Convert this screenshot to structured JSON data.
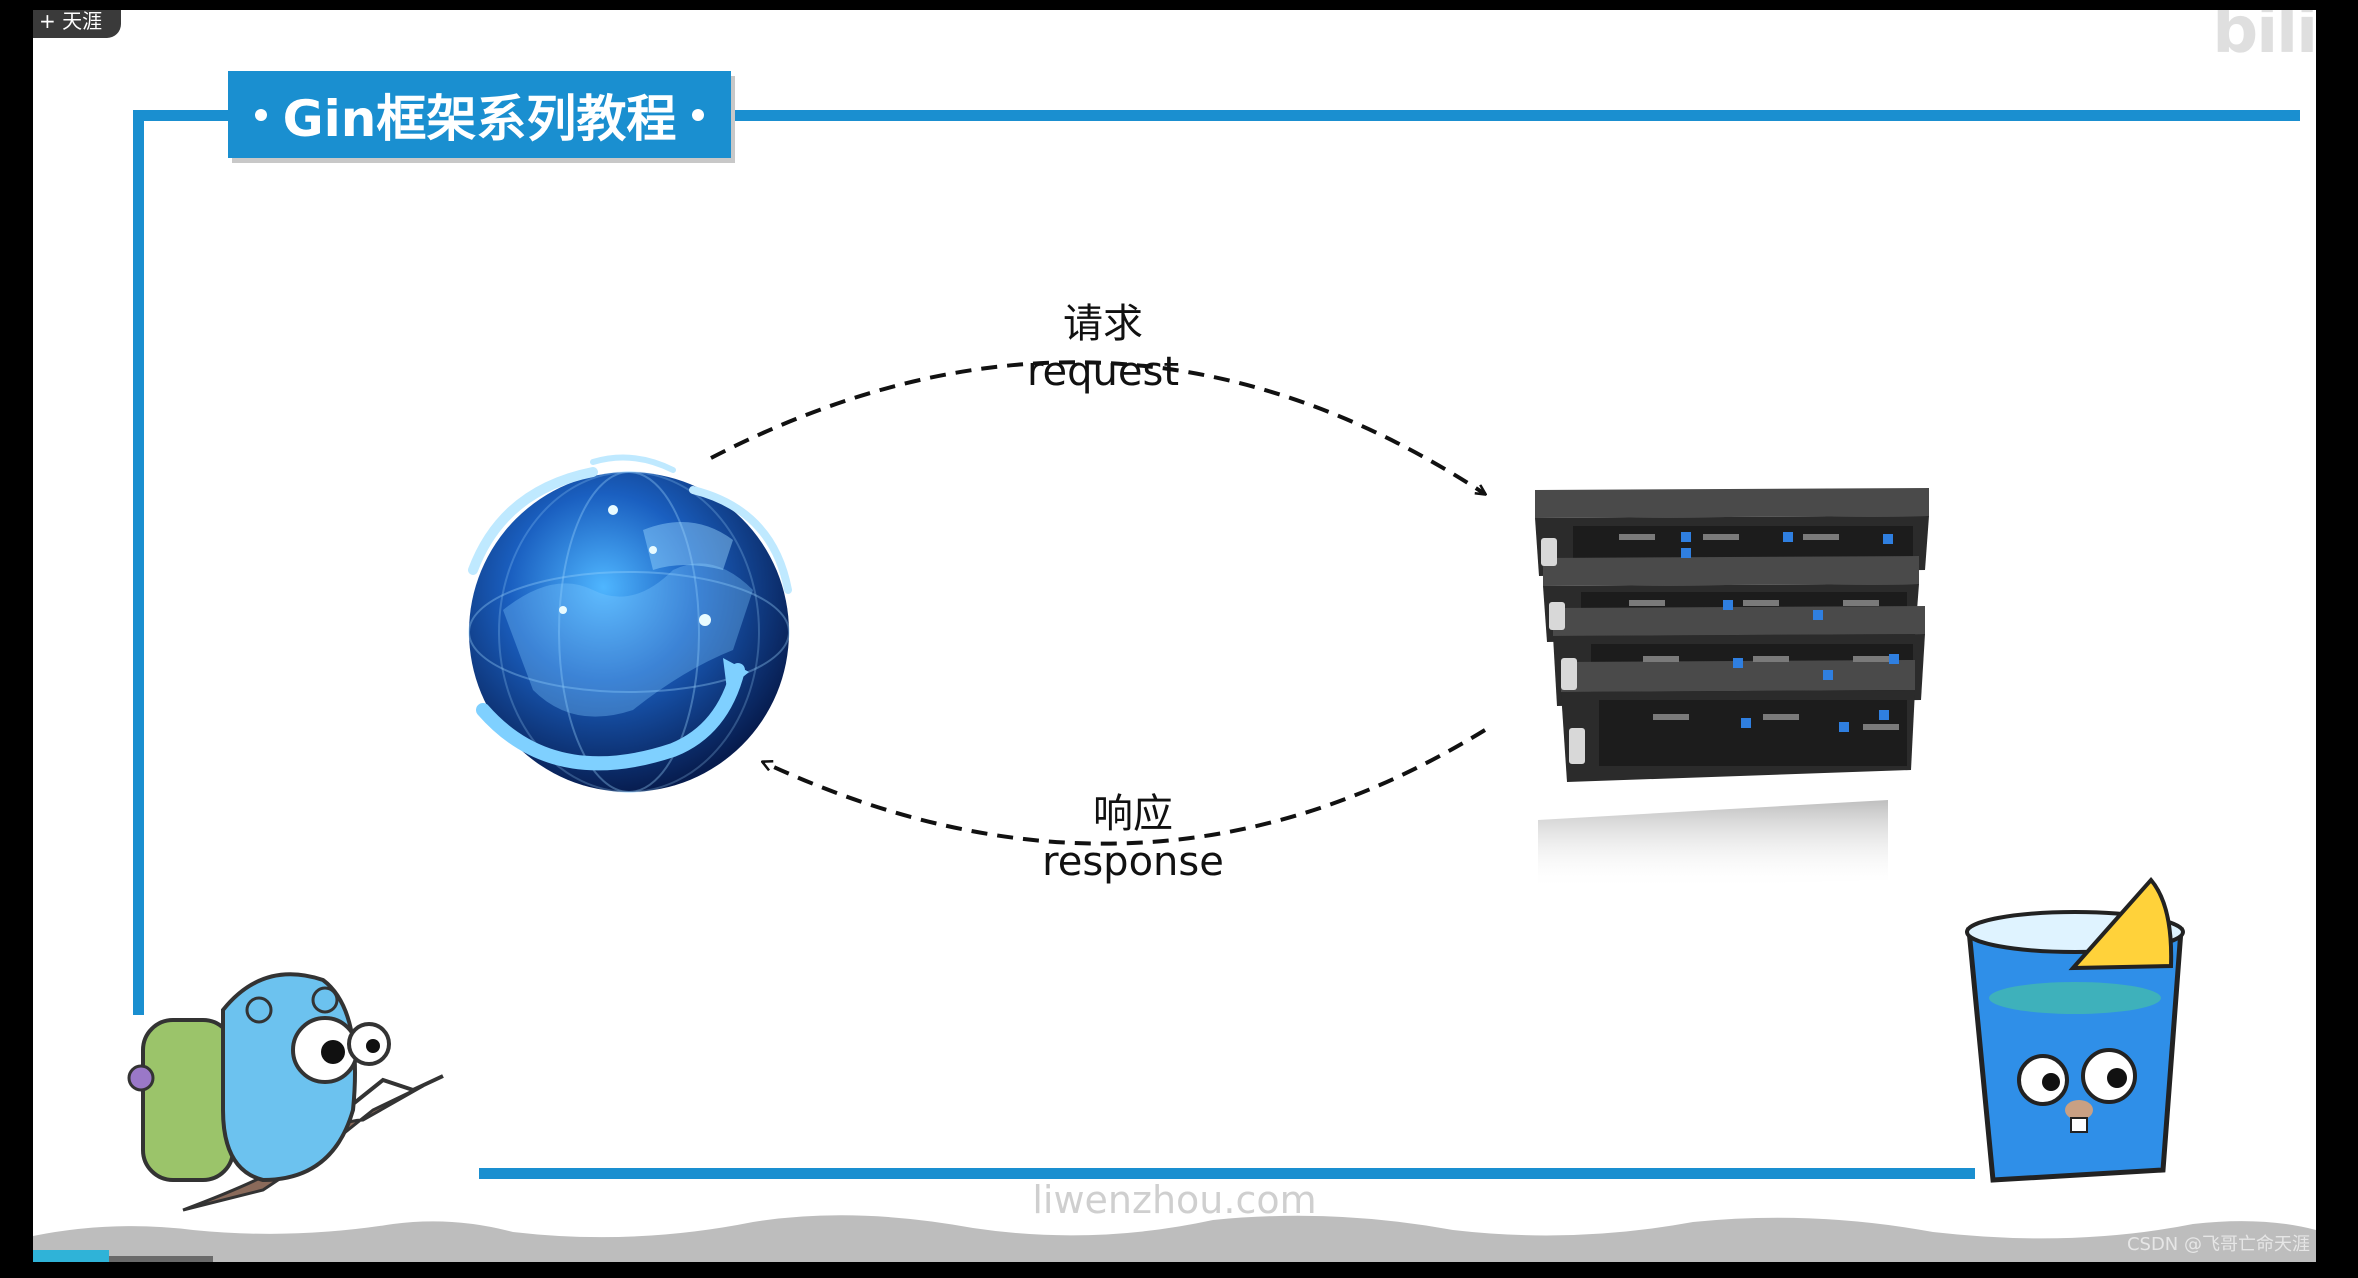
{
  "corner_tag": "+ 天涯",
  "title": "Gin框架系列教程",
  "logo_text": "bili",
  "request": {
    "zh": "请求",
    "en": "request"
  },
  "response": {
    "zh": "响应",
    "en": "response"
  },
  "watermark": "liwenzhou.com",
  "credit": "CSDN @飞哥亡命天涯",
  "colors": {
    "accent": "#1a8fd0",
    "globe": "#0d3f8c",
    "server": "#2b2b2b",
    "led": "#2f7fe0"
  },
  "icons": [
    "globe-icon",
    "server-rack-icon",
    "gopher-hiker-icon",
    "gopher-cup-icon"
  ]
}
